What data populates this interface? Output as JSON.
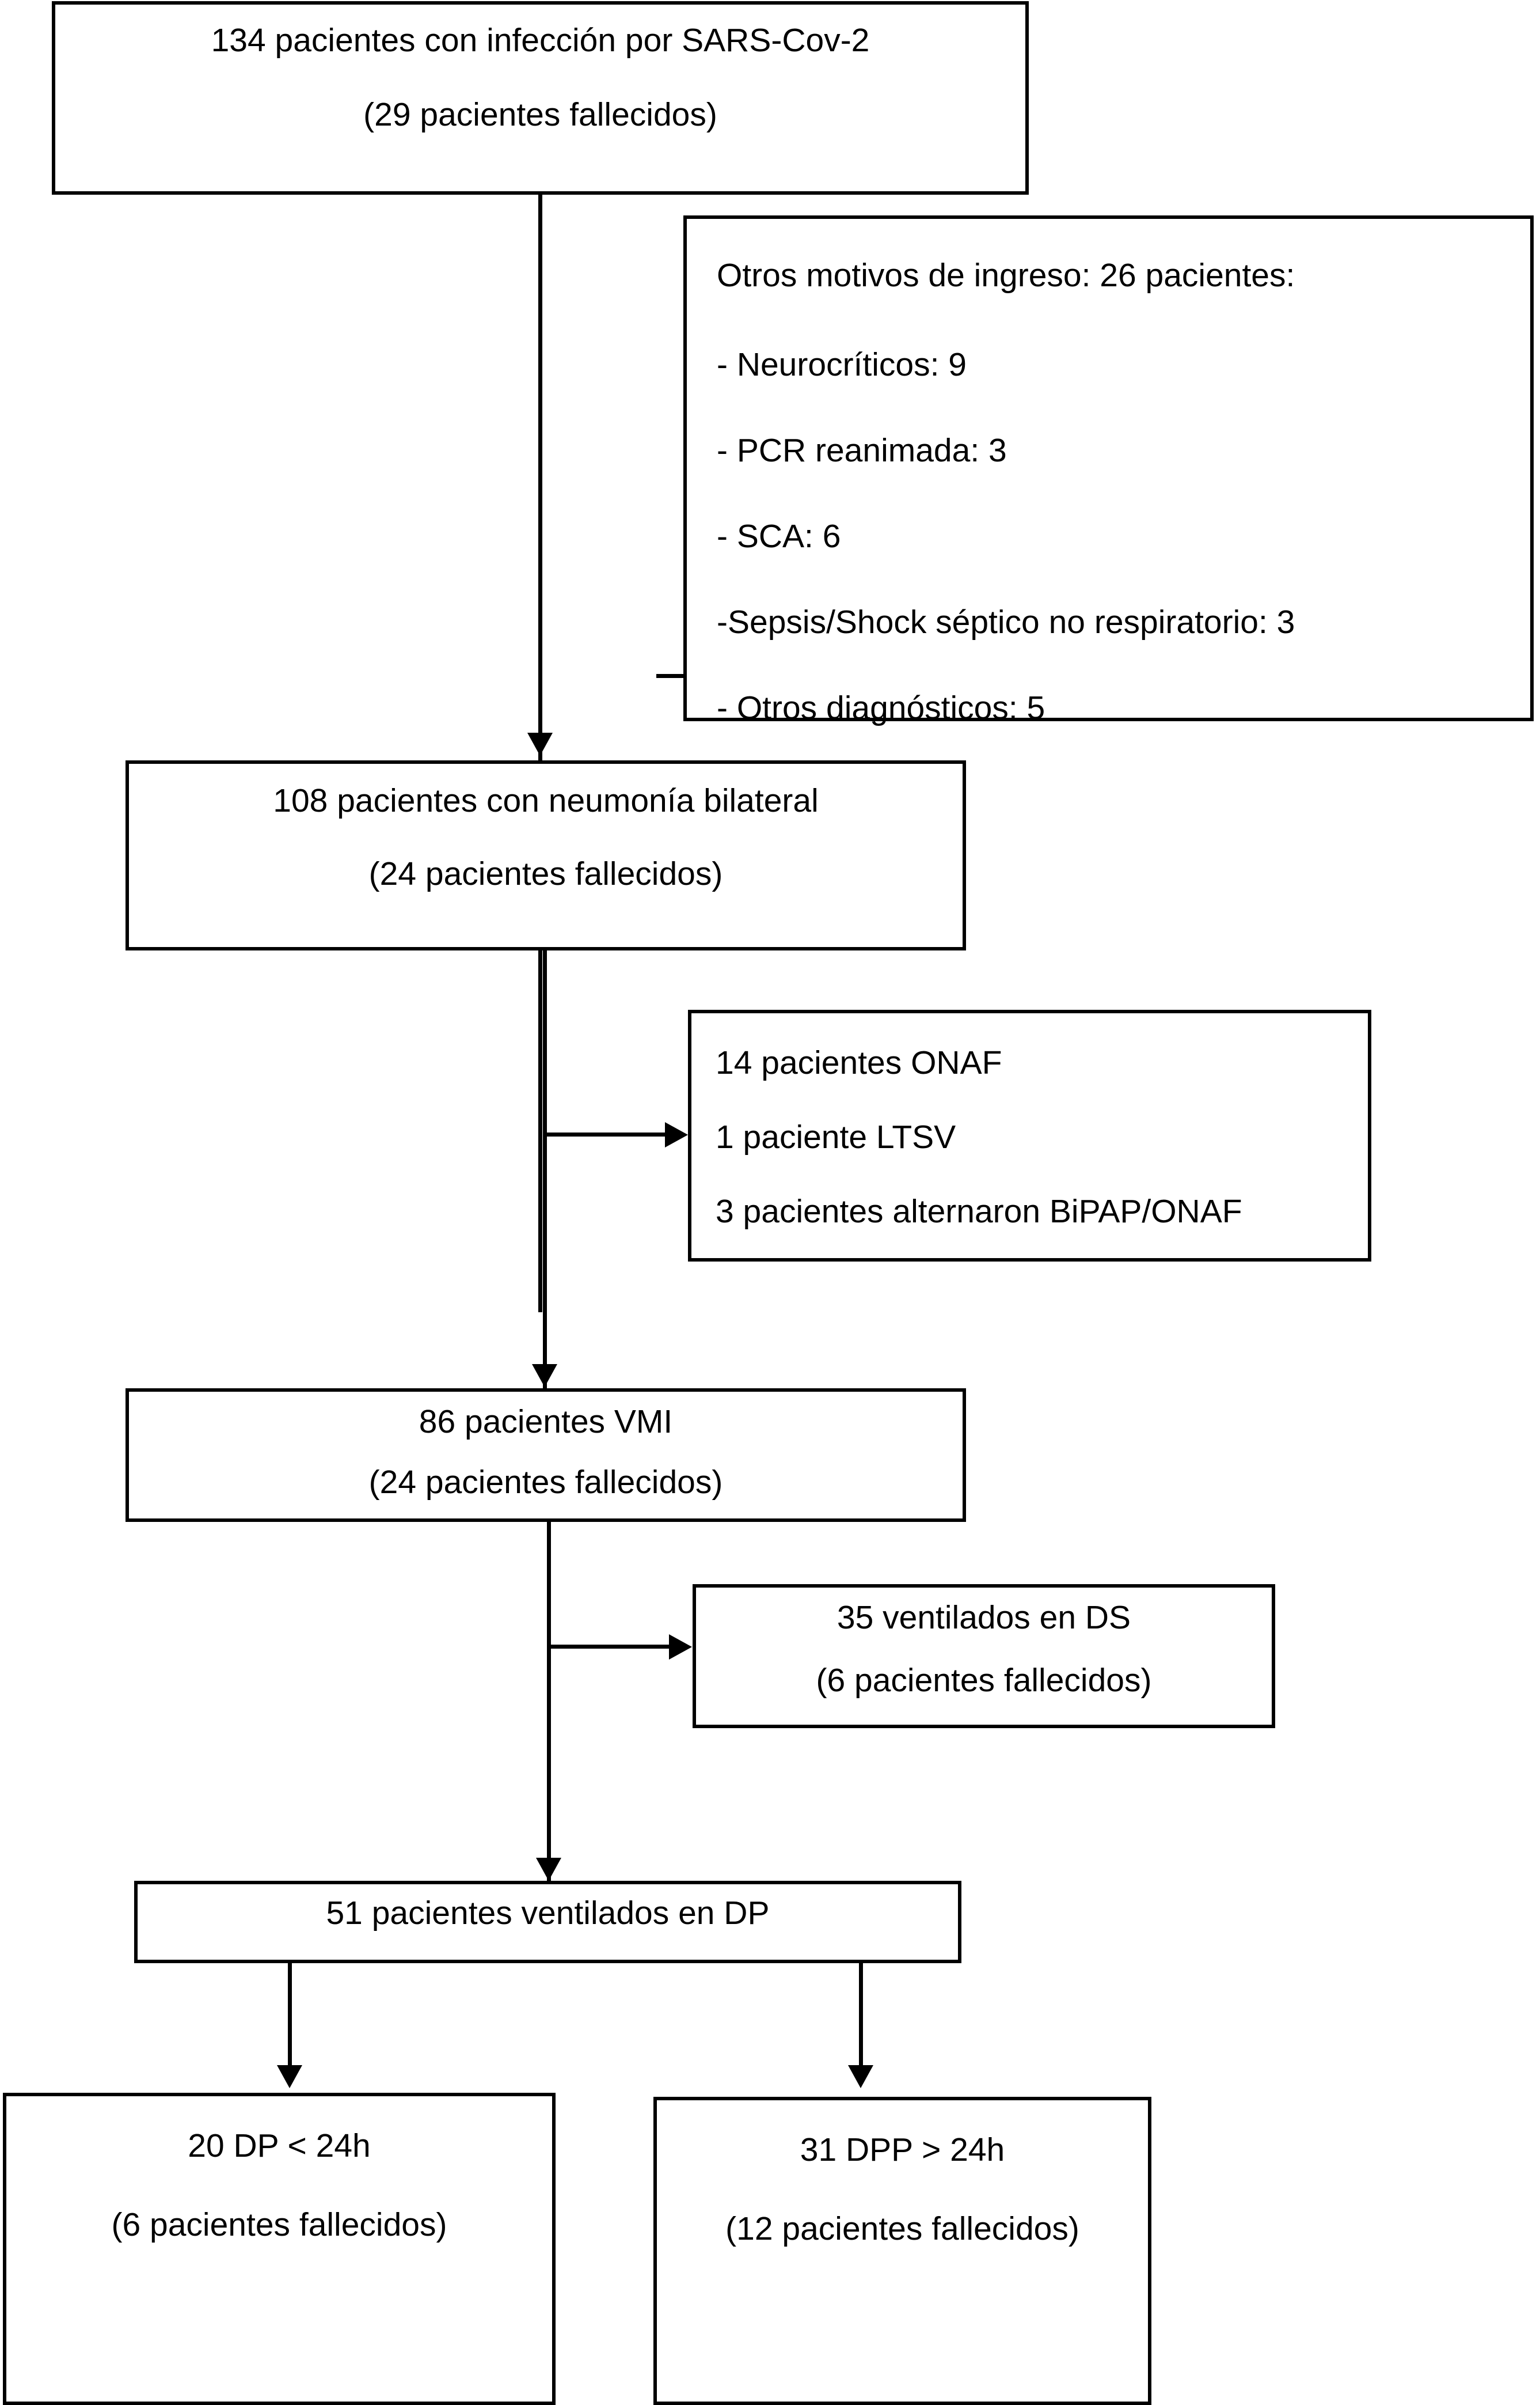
{
  "diagram": {
    "type": "flowchart",
    "title": "Diagrama de flujo de pacientes con infeccion por SARS-Cov-2",
    "nodes": {
      "total_cohort": {
        "line1": "134 pacientes con infección por SARS-Cov-2",
        "line2": "(29 pacientes fallecidos)"
      },
      "other_admission_reasons": {
        "header": "Otros motivos de ingreso: 26 pacientes:",
        "items": [
          "- Neurocríticos: 9",
          "- PCR reanimada: 3",
          "- SCA: 6",
          "-Sepsis/Shock séptico no respiratorio: 3",
          "- Otros diagnósticos: 5"
        ]
      },
      "bilateral_pneumonia": {
        "line1": "108 pacientes con neumonía bilateral",
        "line2": "(24 pacientes fallecidos)"
      },
      "non_invasive_support": {
        "items": [
          "14 pacientes ONAF",
          "1 paciente LTSV",
          "3 pacientes alternaron BiPAP/ONAF"
        ]
      },
      "invasive_ventilation": {
        "line1": "86 pacientes VMI",
        "line2": "(24 pacientes fallecidos)"
      },
      "supine_ventilated": {
        "line1": "35 ventilados en DS",
        "line2": "(6 pacientes fallecidos)"
      },
      "prone_ventilated": {
        "line1": "51 pacientes ventilados en DP"
      },
      "prone_under_24h": {
        "line1": "20 DP < 24h",
        "line2": "(6 pacientes fallecidos)"
      },
      "prone_over_24h": {
        "line1": "31 DPP > 24h",
        "line2": "(12 pacientes fallecidos)"
      }
    },
    "colors": {
      "stroke": "#000000",
      "fill": "#ffffff",
      "text": "#000000"
    }
  }
}
